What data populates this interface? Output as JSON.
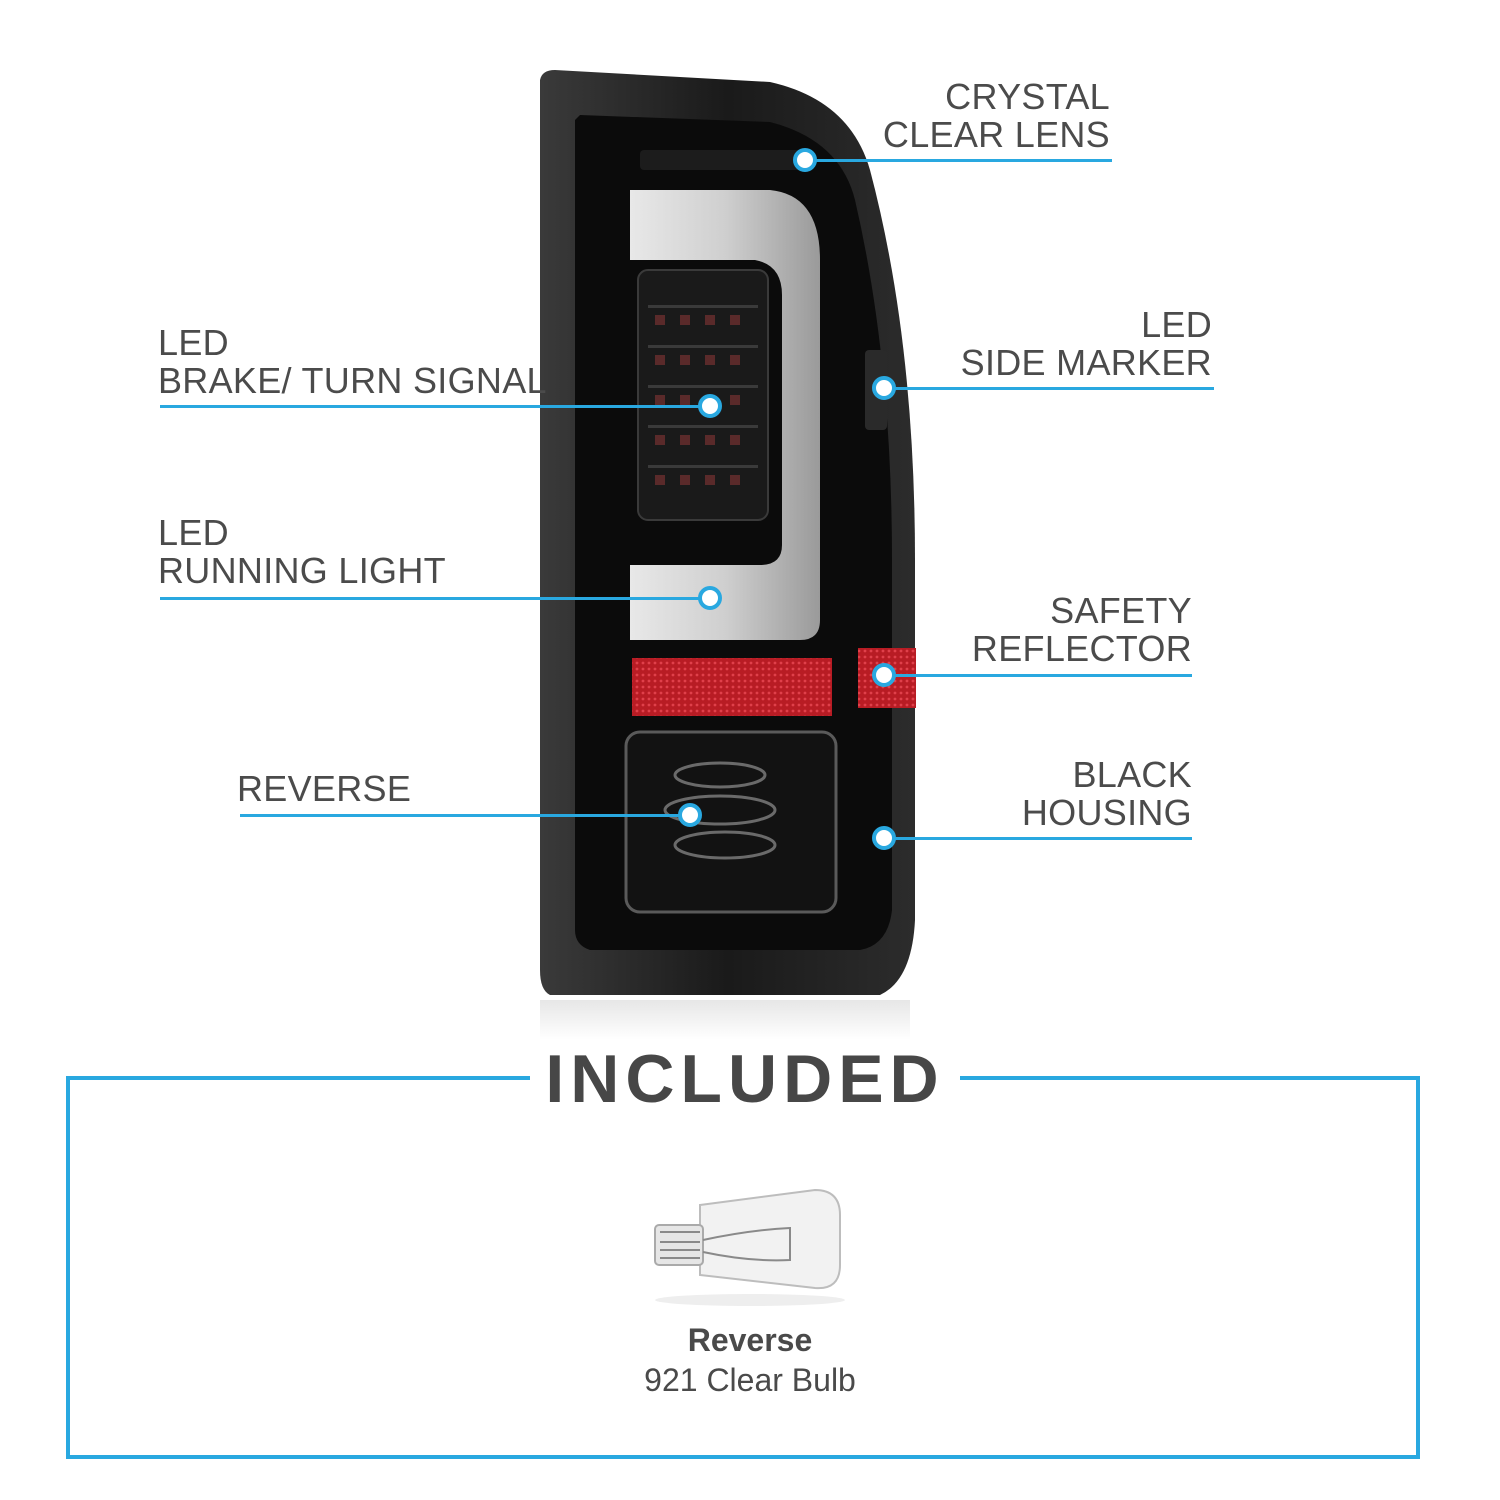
{
  "callouts": {
    "crystal_clear_lens": [
      "CRYSTAL",
      "CLEAR LENS"
    ],
    "led_brake_turn_signal": [
      "LED",
      "BRAKE/ TURN SIGNAL"
    ],
    "led_side_marker": [
      "LED",
      "SIDE MARKER"
    ],
    "led_running_light": [
      "LED",
      "RUNNING LIGHT"
    ],
    "safety_reflector": [
      "SAFETY",
      "REFLECTOR"
    ],
    "reverse": [
      "REVERSE"
    ],
    "black_housing": [
      "BLACK",
      "HOUSING"
    ]
  },
  "included": {
    "title": "INCLUDED",
    "item_name": "Reverse",
    "item_desc": "921 Clear Bulb"
  },
  "colors": {
    "accent": "#29a8e0",
    "text": "#4b4b4b",
    "housing": "#0d0d0d",
    "reflector": "#c8202a"
  }
}
